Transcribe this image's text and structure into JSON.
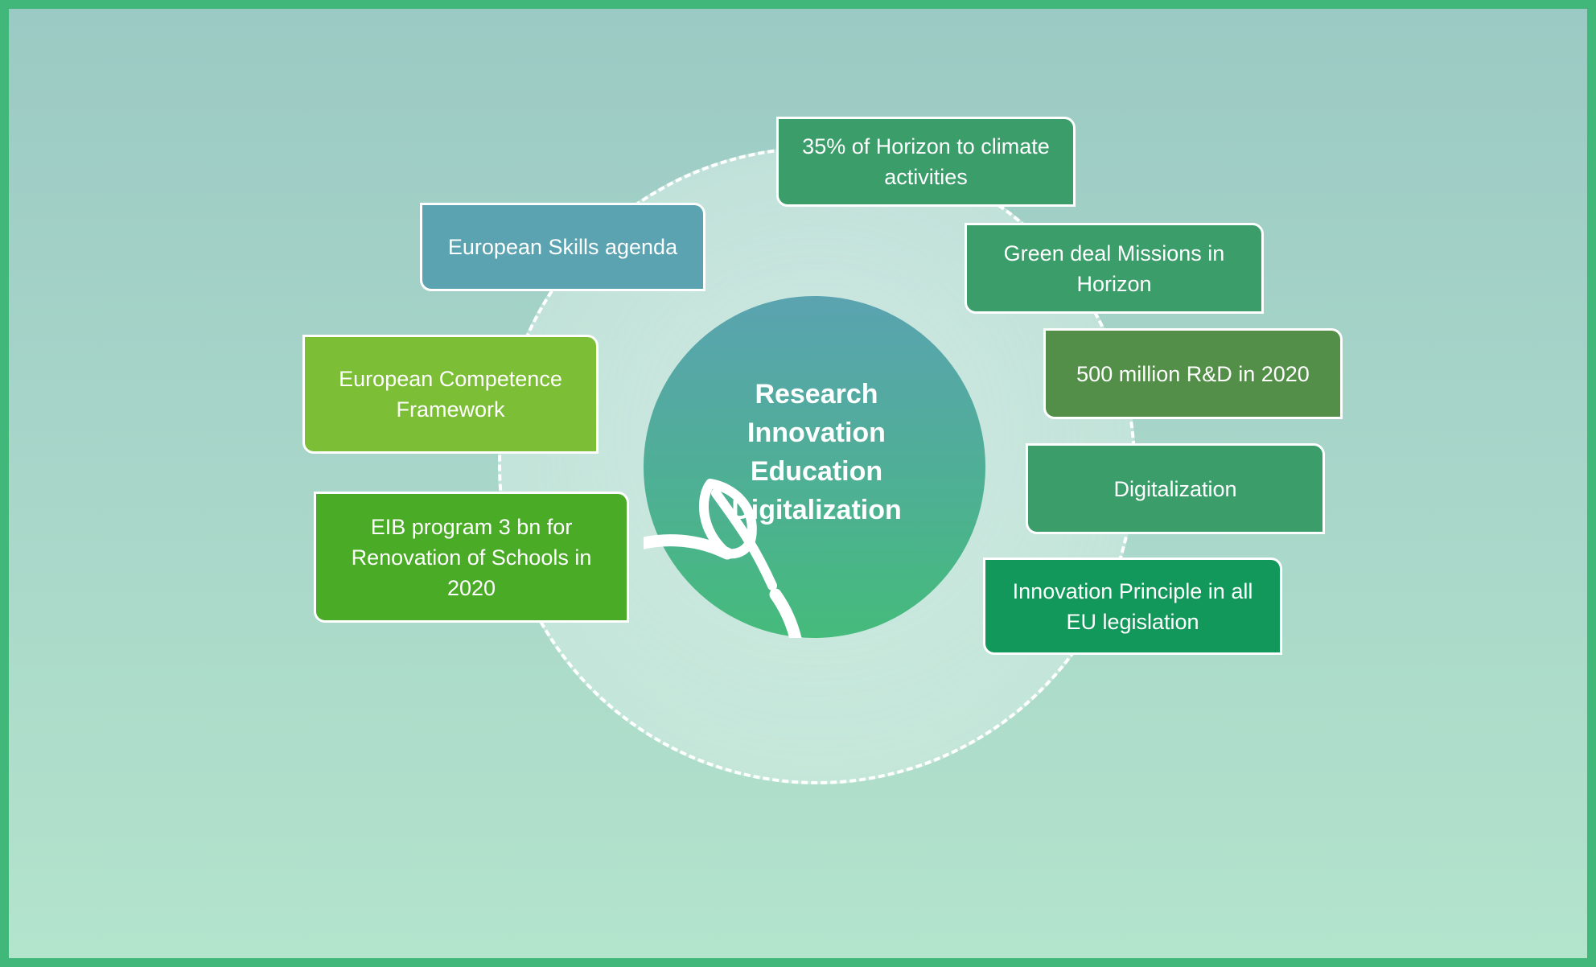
{
  "hub": {
    "lines": [
      "Research",
      "Innovation",
      "Education",
      "Digitalization"
    ]
  },
  "nodes": [
    {
      "text": "European Skills agenda",
      "color": "#5ba3b0"
    },
    {
      "text": "European Competence Framework",
      "color": "#7cbf36"
    },
    {
      "text": "EIB program 3 bn for Renovation of Schools in 2020",
      "color": "#4aab26"
    },
    {
      "text": "35% of Horizon to climate activities",
      "color": "#3a9d6a"
    },
    {
      "text": "Green deal Missions in Horizon",
      "color": "#3a9d6a"
    },
    {
      "text": "500 million R&D in 2020",
      "color": "#548f4a"
    },
    {
      "text": "Digitalization",
      "color": "#3a9d6a"
    },
    {
      "text": "Innovation Principle in all EU legislation",
      "color": "#12985a"
    }
  ]
}
